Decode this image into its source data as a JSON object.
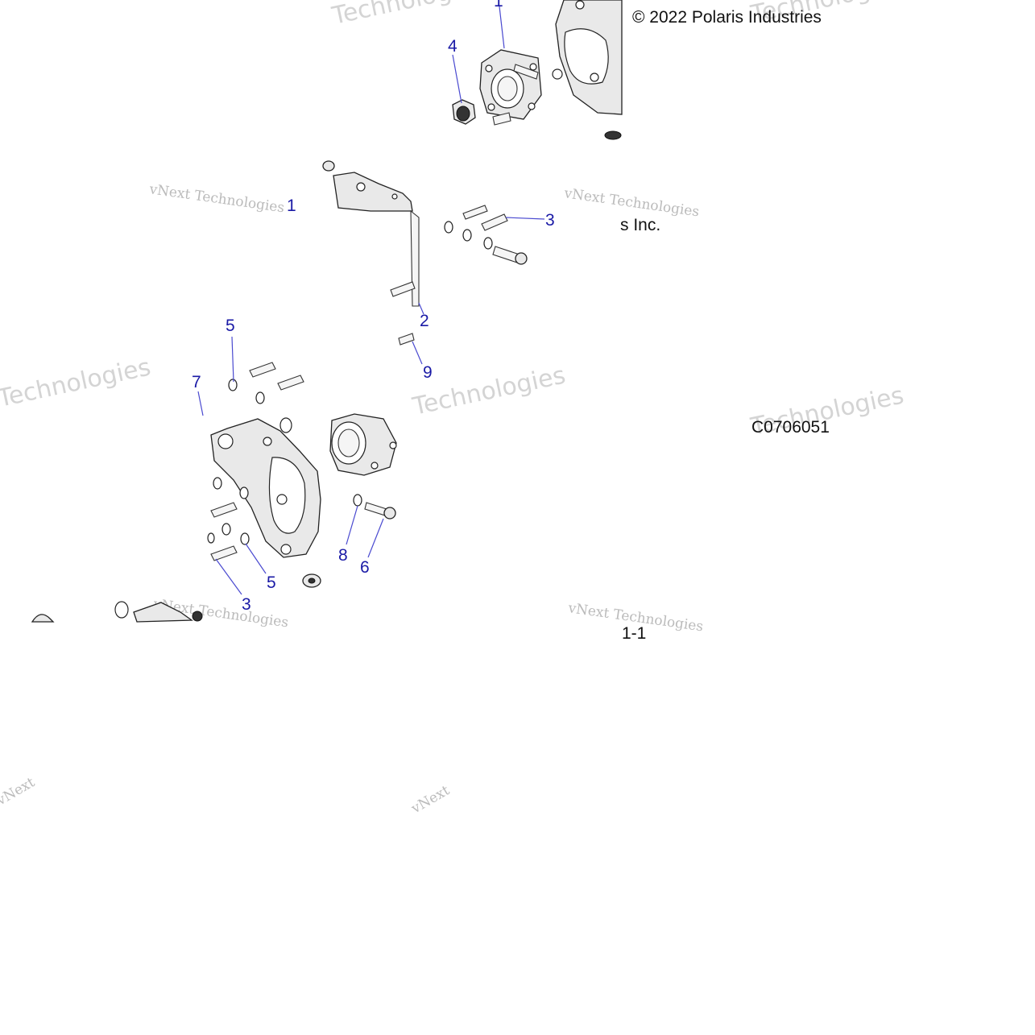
{
  "copyright": "© 2022 Polaris Industries",
  "copyright_fragment": "s Inc.",
  "drawing_code": "C0706051",
  "page_ref": "1-1",
  "watermark_line1": "vNext Technologies",
  "watermark_big": "Technologies",
  "watermark_short": "vNext",
  "callouts": {
    "c1_top": "1",
    "c1_mid": "1",
    "c2": "2",
    "c3_right": "3",
    "c3_bottom": "3",
    "c4": "4",
    "c5_upper": "5",
    "c5_lower": "5",
    "c6": "6",
    "c7": "7",
    "c8": "8",
    "c9": "9"
  }
}
